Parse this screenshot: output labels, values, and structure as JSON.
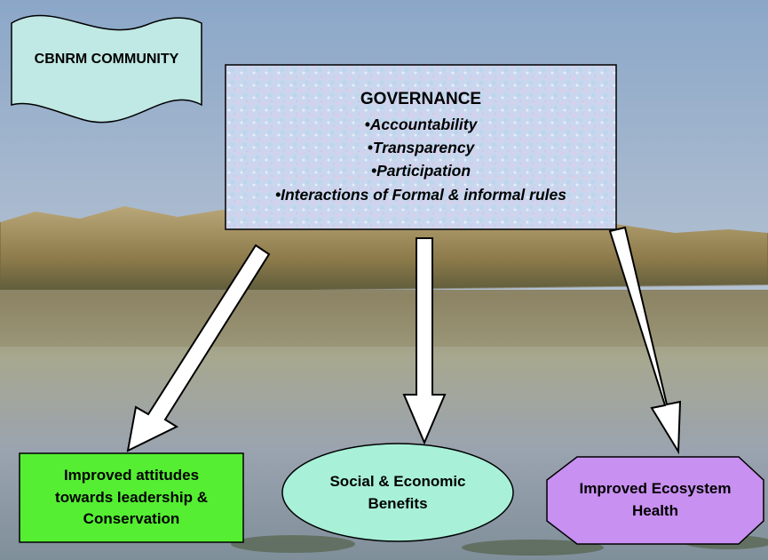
{
  "community_banner": {
    "text": "CBNRM COMMUNITY"
  },
  "governance": {
    "title": "GOVERNANCE",
    "items": [
      "•Accountability",
      "•Transparency",
      "•Participation",
      "•Interactions of Formal & informal rules"
    ]
  },
  "outcomes": {
    "attitudes": {
      "line1": "Improved attitudes",
      "line2": "towards leadership &",
      "line3": "Conservation"
    },
    "benefits": {
      "line1": "Social & Economic",
      "line2": "Benefits"
    },
    "ecosystem": {
      "line1": "Improved Ecosystem",
      "line2": "Health"
    }
  },
  "colors": {
    "attitudes_box": "#55ee33",
    "benefits_ellipse": "#a8f0d8",
    "ecosystem_octagon": "#c890f0",
    "governance_box": "#c8d8f0",
    "banner": "#c0e8e4"
  }
}
